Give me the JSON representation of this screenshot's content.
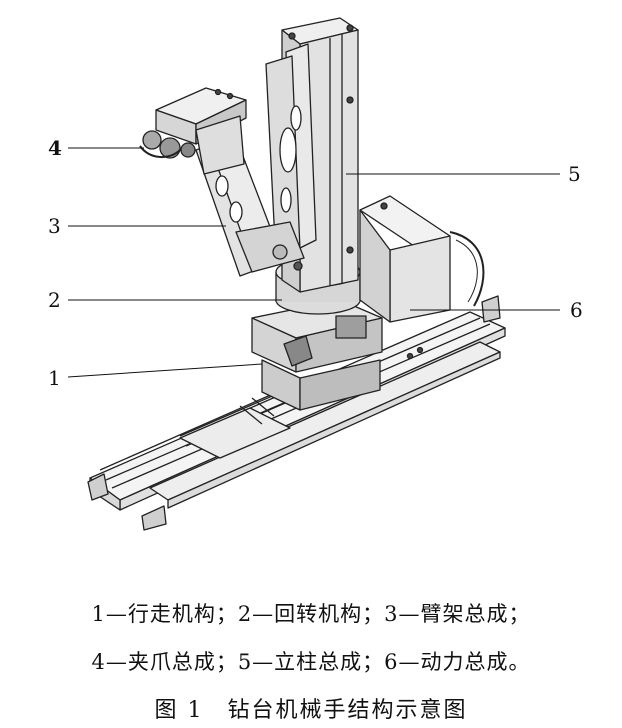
{
  "callouts": {
    "c1": "1",
    "c2": "2",
    "c3": "3",
    "c4": "4",
    "c5": "5",
    "c6": "6"
  },
  "legend": {
    "line1": "1—行走机构；2—回转机构；3—臂架总成；",
    "line2": "4—夹爪总成；5—立柱总成；6—动力总成。"
  },
  "caption": "图 1　钻台机械手结构示意图"
}
